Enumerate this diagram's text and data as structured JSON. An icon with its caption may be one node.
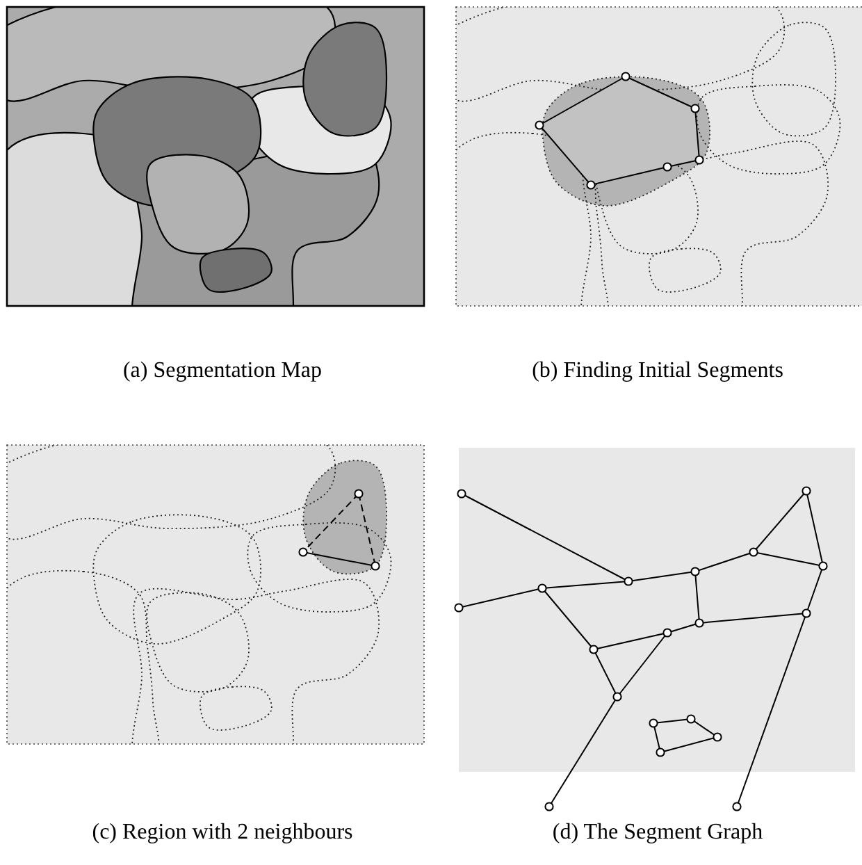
{
  "diagram": {
    "labels": [
      "(a) Segmentation Map",
      "(b) Finding Initial Segments",
      "(c) Region with 2 neighbours",
      "(d) The Segment Graph"
    ]
  }
}
